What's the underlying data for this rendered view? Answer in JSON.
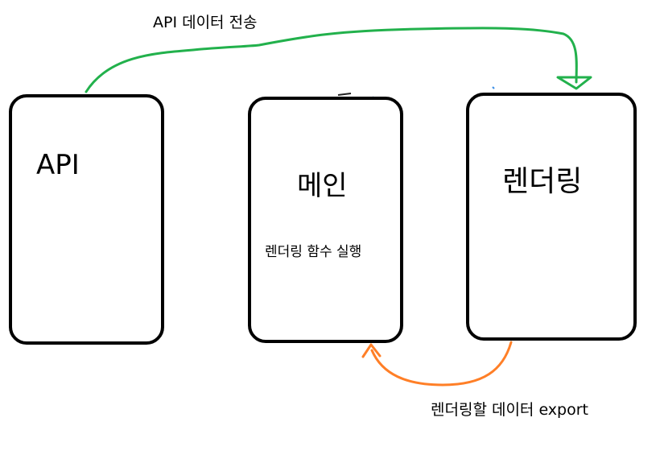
{
  "nodes": {
    "api": {
      "label": "API"
    },
    "main": {
      "label": "메인",
      "sublabel": "렌더링 함수 실행"
    },
    "render": {
      "label": "렌더링"
    }
  },
  "edges": {
    "api_to_render": {
      "label": "API 데이터 전송",
      "color": "#22b14c"
    },
    "render_to_main": {
      "label": "렌더링할 데이터 export",
      "color": "#ff7f27"
    }
  }
}
